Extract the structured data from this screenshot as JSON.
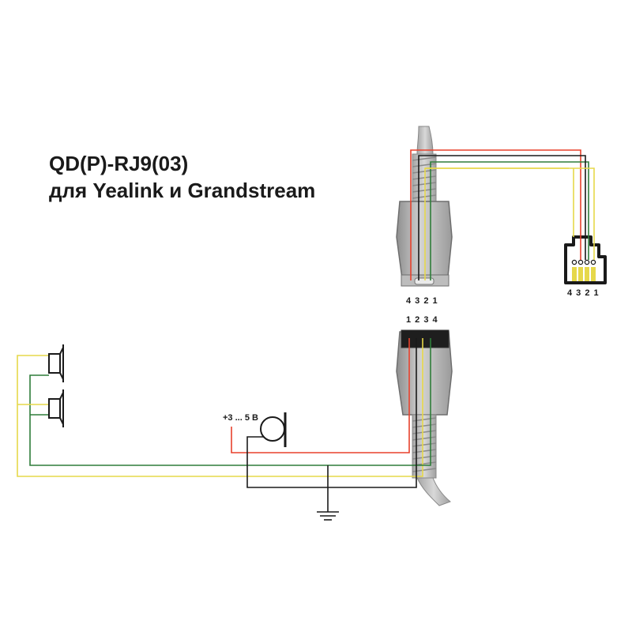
{
  "title": {
    "line1": "QD(P)-RJ9(03)",
    "line2": "для Yealink и Grandstream"
  },
  "labels": {
    "top_plug_pins": "4 3 2 1",
    "rj9_pins": "4 3 2 1",
    "bottom_plug_pins": "1 2 3 4",
    "mic_voltage": "+3 ... 5 В"
  },
  "wire_colors": {
    "red": "#e8412c",
    "yellow": "#e6d84a",
    "green": "#2e7d3a",
    "black": "#1a1a1a",
    "gray": "#8a8a8a"
  },
  "components": {
    "speakers": [
      "speaker-icon",
      "speaker-icon"
    ],
    "microphone": "microphone-icon",
    "ground": "ground-icon",
    "rj9_jack": "rj9-jack-icon",
    "qd_plug_male": "qd-plug-icon",
    "qd_plug_female": "qd-socket-icon"
  }
}
